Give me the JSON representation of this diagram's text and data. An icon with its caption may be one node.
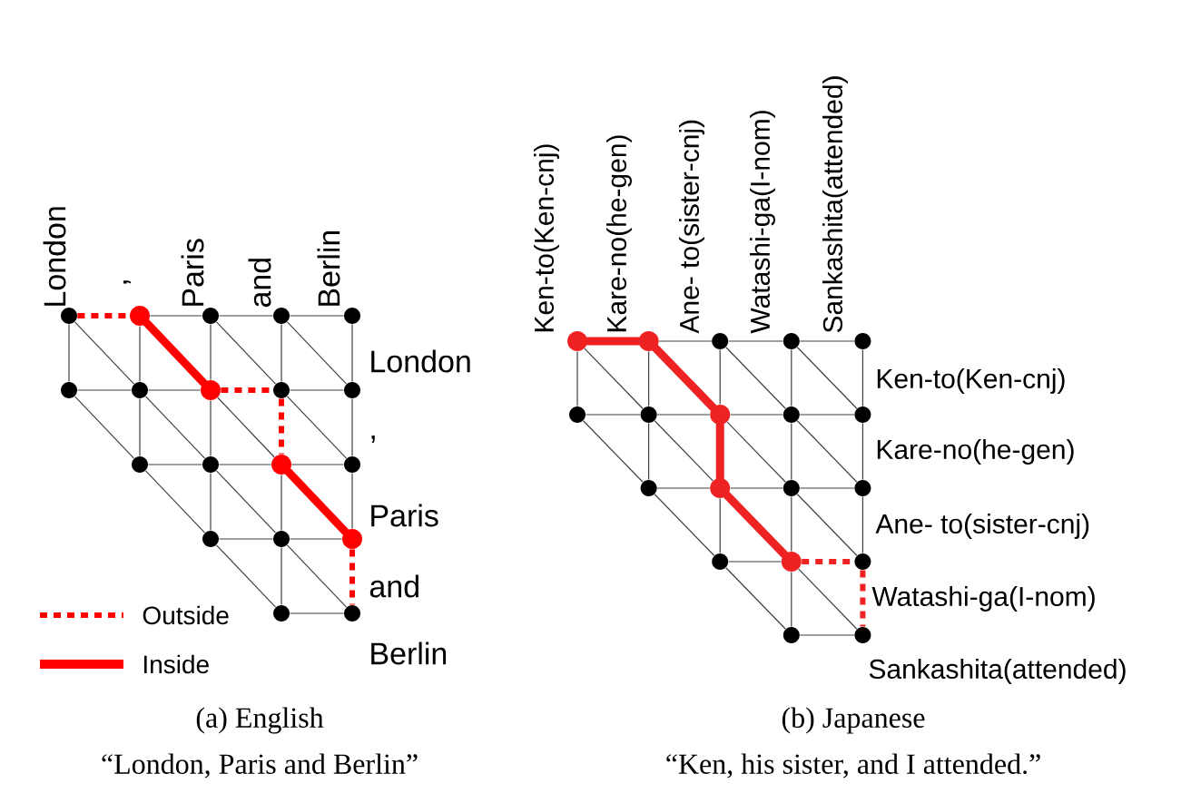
{
  "diagram": {
    "nodes": [
      {
        "text": [],
        "shape": "circle"
      },
      {
        "text": [],
        "shape": "circle"
      },
      {
        "text": [],
        "shape": "circle"
      },
      {
        "text": [],
        "shape": "circle"
      },
      {
        "text": [],
        "shape": "circle"
      },
      {
        "text": [],
        "shape": "circle"
      },
      {
        "text": [],
        "shape": "circle"
      },
      {
        "text": [],
        "shape": "circle"
      },
      {
        "text": [],
        "shape": "circle"
      },
      {
        "text": [],
        "shape": "circle"
      },
      {
        "text": [],
        "shape": "circle"
      },
      {
        "text": [],
        "shape": "circle"
      },
      {
        "text": [],
        "shape": "circle"
      },
      {
        "text": [],
        "shape": "circle"
      },
      {
        "text": [],
        "shape": "circle"
      },
      {
        "text": [],
        "shape": "circle"
      },
      {
        "text": [],
        "shape": "circle"
      },
      {
        "text": [],
        "shape": "circle"
      },
      {
        "text": [],
        "shape": "circle"
      },
      {
        "text": [],
        "shape": "circle"
      },
      {
        "text": [],
        "shape": "circle"
      },
      {
        "text": [],
        "shape": "circle"
      },
      {
        "text": [],
        "shape": "circle"
      },
      {
        "text": [],
        "shape": "circle"
      },
      {
        "text": [],
        "shape": "circle"
      },
      {
        "text": [],
        "shape": "circle"
      },
      {
        "text": [],
        "shape": "circle"
      },
      {
        "text": [],
        "shape": "circle"
      },
      {
        "text": [],
        "shape": "circle"
      },
      {
        "text": [],
        "shape": "circle"
      },
      {
        "text": [],
        "shape": "circle"
      },
      {
        "text": [],
        "shape": "circle"
      },
      {
        "text": [],
        "shape": "circle"
      },
      {
        "text": [],
        "shape": "circle"
      },
      {
        "text": [],
        "shape": "circle"
      },
      {
        "text": [],
        "shape": "circle"
      },
      {
        "text": [],
        "shape": "circle"
      },
      {
        "text": [],
        "shape": "circle"
      }
    ],
    "edges": [
      {
        "from": 1,
        "to": 2,
        "arrow": "none"
      },
      {
        "from": 2,
        "to": 3,
        "arrow": "none"
      },
      {
        "from": 3,
        "to": 4,
        "arrow": "none"
      },
      {
        "from": 5,
        "to": 6,
        "arrow": "none"
      },
      {
        "from": 6,
        "to": 7,
        "arrow": "none"
      },
      {
        "from": 8,
        "to": 9,
        "arrow": "none"
      },
      {
        "from": 10,
        "to": 11,
        "arrow": "none"
      },
      {
        "from": 11,
        "to": 12,
        "arrow": "none"
      },
      {
        "from": 12,
        "to": 13,
        "arrow": "none"
      },
      {
        "from": 14,
        "to": 15,
        "arrow": "none"
      },
      {
        "from": 15,
        "to": 16,
        "arrow": "none"
      },
      {
        "from": 17,
        "to": 18,
        "arrow": "none"
      },
      {
        "from": 0,
        "to": 5,
        "arrow": "none"
      },
      {
        "from": 1,
        "to": 6,
        "arrow": "none"
      },
      {
        "from": 6,
        "to": 10,
        "arrow": "none"
      },
      {
        "from": 2,
        "to": 7,
        "arrow": "none"
      },
      {
        "from": 7,
        "to": 11,
        "arrow": "none"
      },
      {
        "from": 11,
        "to": 14,
        "arrow": "none"
      },
      {
        "from": 3,
        "to": 8,
        "arrow": "none"
      },
      {
        "from": 12,
        "to": 15,
        "arrow": "none"
      },
      {
        "from": 15,
        "to": 17,
        "arrow": "none"
      },
      {
        "from": 4,
        "to": 9,
        "arrow": "none"
      },
      {
        "from": 9,
        "to": 13,
        "arrow": "none"
      },
      {
        "from": 13,
        "to": 16,
        "arrow": "none"
      },
      {
        "from": 0,
        "to": 6,
        "arrow": "none"
      },
      {
        "from": 2,
        "to": 8,
        "arrow": "none"
      },
      {
        "from": 3,
        "to": 9,
        "arrow": "none"
      },
      {
        "from": 5,
        "to": 10,
        "arrow": "none"
      },
      {
        "from": 6,
        "to": 11,
        "arrow": "none"
      },
      {
        "from": 7,
        "to": 12,
        "arrow": "none"
      },
      {
        "from": 8,
        "to": 13,
        "arrow": "none"
      },
      {
        "from": 10,
        "to": 14,
        "arrow": "none"
      },
      {
        "from": 11,
        "to": 15,
        "arrow": "none"
      },
      {
        "from": 14,
        "to": 17,
        "arrow": "none"
      },
      {
        "from": 15,
        "to": 18,
        "arrow": "none"
      },
      {
        "from": 20,
        "to": 21,
        "arrow": "none"
      },
      {
        "from": 21,
        "to": 22,
        "arrow": "none"
      },
      {
        "from": 22,
        "to": 23,
        "arrow": "none"
      },
      {
        "from": 24,
        "to": 25,
        "arrow": "none"
      },
      {
        "from": 25,
        "to": 26,
        "arrow": "none"
      },
      {
        "from": 26,
        "to": 27,
        "arrow": "none"
      },
      {
        "from": 27,
        "to": 28,
        "arrow": "none"
      },
      {
        "from": 29,
        "to": 30,
        "arrow": "none"
      },
      {
        "from": 30,
        "to": 31,
        "arrow": "none"
      },
      {
        "from": 31,
        "to": 32,
        "arrow": "none"
      },
      {
        "from": 33,
        "to": 34,
        "arrow": "none"
      },
      {
        "from": 36,
        "to": 37,
        "arrow": "none"
      },
      {
        "from": 19,
        "to": 24,
        "arrow": "none"
      },
      {
        "from": 20,
        "to": 25,
        "arrow": "none"
      },
      {
        "from": 25,
        "to": 29,
        "arrow": "none"
      },
      {
        "from": 21,
        "to": 26,
        "arrow": "none"
      },
      {
        "from": 30,
        "to": 33,
        "arrow": "none"
      },
      {
        "from": 22,
        "to": 27,
        "arrow": "none"
      },
      {
        "from": 27,
        "to": 31,
        "arrow": "none"
      },
      {
        "from": 31,
        "to": 34,
        "arrow": "none"
      },
      {
        "from": 34,
        "to": 36,
        "arrow": "none"
      },
      {
        "from": 23,
        "to": 28,
        "arrow": "none"
      },
      {
        "from": 28,
        "to": 32,
        "arrow": "none"
      },
      {
        "from": 32,
        "to": 35,
        "arrow": "none"
      },
      {
        "from": 19,
        "to": 25,
        "arrow": "none"
      },
      {
        "from": 21,
        "to": 27,
        "arrow": "none"
      },
      {
        "from": 22,
        "to": 28,
        "arrow": "none"
      },
      {
        "from": 24,
        "to": 29,
        "arrow": "none"
      },
      {
        "from": 25,
        "to": 30,
        "arrow": "none"
      },
      {
        "from": 26,
        "to": 31,
        "arrow": "none"
      },
      {
        "from": 27,
        "to": 32,
        "arrow": "none"
      },
      {
        "from": 29,
        "to": 33,
        "arrow": "none"
      },
      {
        "from": 31,
        "to": 35,
        "arrow": "none"
      },
      {
        "from": 33,
        "to": 36,
        "arrow": "none"
      },
      {
        "from": 34,
        "to": 37,
        "arrow": "none"
      },
      {
        "from": 0,
        "to": 1,
        "arrow": "none",
        "style": "dashed",
        "color": "#ff0000"
      },
      {
        "from": 1,
        "to": 7,
        "arrow": "none",
        "style": "thick",
        "color": "#ff0000"
      },
      {
        "from": 7,
        "to": 8,
        "arrow": "none",
        "style": "dashed",
        "color": "#ff0000"
      },
      {
        "from": 8,
        "to": 12,
        "arrow": "none",
        "style": "dashed",
        "color": "#ff0000"
      },
      {
        "from": 12,
        "to": 16,
        "arrow": "none",
        "style": "thick",
        "color": "#ff0000"
      },
      {
        "from": 16,
        "to": 18,
        "arrow": "none",
        "style": "dashed",
        "color": "#ff0000"
      },
      {
        "from": 19,
        "to": 20,
        "arrow": "none",
        "style": "thick",
        "color": "#ee2222"
      },
      {
        "from": 20,
        "to": 26,
        "arrow": "none",
        "style": "thick",
        "color": "#ee2222"
      },
      {
        "from": 26,
        "to": 30,
        "arrow": "none",
        "style": "thick",
        "color": "#ee2222"
      },
      {
        "from": 30,
        "to": 34,
        "arrow": "none",
        "style": "thick",
        "color": "#ee2222"
      },
      {
        "from": 34,
        "to": 35,
        "arrow": "none",
        "style": "dashed",
        "color": "#ee2222"
      },
      {
        "from": 35,
        "to": 37,
        "arrow": "none",
        "style": "dashed",
        "color": "#ee2222"
      }
    ],
    "labels": [
      "London",
      ",",
      "Paris",
      "and",
      "Berlin",
      "London",
      ",",
      "Paris",
      "and",
      "Berlin",
      "Ken-to(Ken-cnj)",
      "Kare-no(he-gen)",
      "Ane- to(sister-cnj)",
      "Watashi-ga(I-nom)",
      "Sankashita(attended)",
      "Ken-to(Ken-cnj)",
      "Kare-no(he-gen)",
      "Ane- to(sister-cnj)",
      "Watashi-ga(I-nom)",
      "Sankashita(attended)",
      "(a) English",
      "“London, Paris and Berlin”",
      "(b) Japanese",
      "“Ken, his sister, and I attended.”"
    ],
    "legend": [
      {
        "text": "Outside"
      },
      {
        "text": "Inside"
      }
    ]
  }
}
